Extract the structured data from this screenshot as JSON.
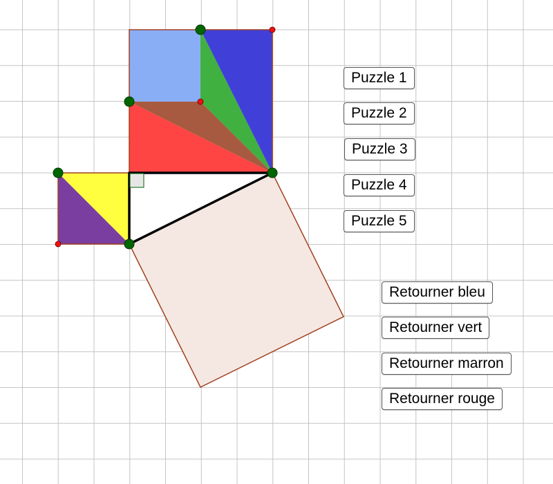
{
  "colors": {
    "grid": "#c4c4c4",
    "light_blue": "#8aaef6",
    "dark_blue": "#4040d8",
    "green": "#40b040",
    "brown": "#a85a40",
    "red": "#ff4444",
    "yellow": "#ffff40",
    "purple": "#7a3ea0",
    "big_square_fill": "#f5e8e2",
    "polygon_stroke": "#a04020",
    "triangle_stroke": "#000000",
    "green_point": "#006600",
    "red_point": "#ee1111"
  },
  "icons": {
    "point_free": "green-circle",
    "point_dependent": "red-circle",
    "right_angle_mark": "small-square"
  },
  "puzzle_buttons": [
    {
      "label": "Puzzle 1"
    },
    {
      "label": "Puzzle 2"
    },
    {
      "label": "Puzzle 3"
    },
    {
      "label": "Puzzle 4"
    },
    {
      "label": "Puzzle 5"
    }
  ],
  "retourner_buttons": [
    {
      "label": "Retourner bleu"
    },
    {
      "label": "Retourner vert"
    },
    {
      "label": "Retourner marron"
    },
    {
      "label": "Retourner rouge"
    }
  ]
}
